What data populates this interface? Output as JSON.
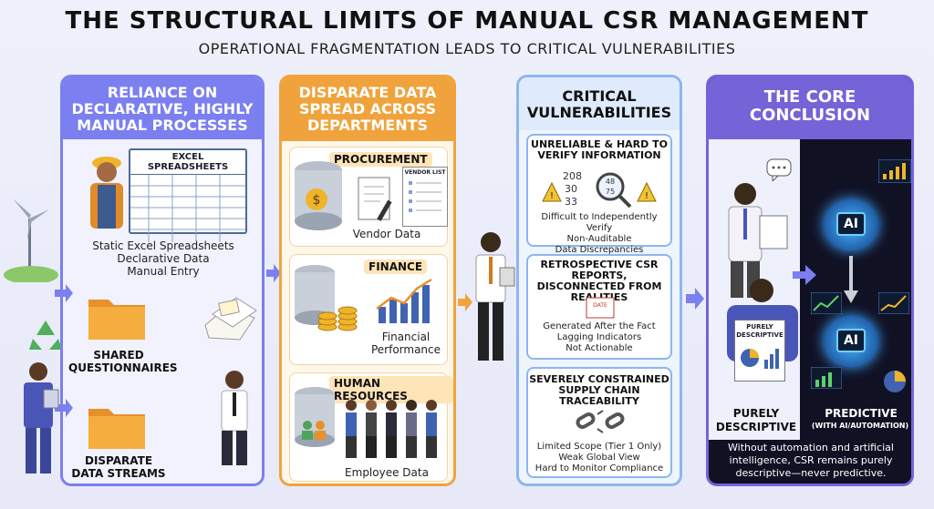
{
  "title": "THE STRUCTURAL LIMITS OF MANUAL CSR MANAGEMENT",
  "subtitle": "OPERATIONAL FRAGMENTATION LEADS TO CRITICAL VULNERABILITIES",
  "panel1": {
    "heading": "RELIANCE ON DECLARATIVE, HIGHLY MANUAL PROCESSES",
    "spreadsheet_label": "EXCEL SPREADSHEETS",
    "items": [
      "Static Excel Spreadsheets",
      "Declarative Data",
      "Manual Entry"
    ],
    "shared_questionnaires": "SHARED QUESTIONNAIRES",
    "disparate_streams": "DISPARATE DATA STREAMS"
  },
  "panel2": {
    "heading": "DISPARATE DATA SPREAD ACROSS DEPARTMENTS",
    "procurement": {
      "label": "PROCUREMENT",
      "doc": "VENDOR LIST",
      "caption": "Vendor Data"
    },
    "finance": {
      "label": "FINANCE",
      "caption": "Financial Performance"
    },
    "hr": {
      "label": "HUMAN RESOURCES",
      "caption": "Employee Data"
    }
  },
  "panel3": {
    "heading": "CRITICAL VULNERABILITIES",
    "box1": {
      "head": "UNRELIABLE & HARD TO VERIFY INFORMATION",
      "numbers": [
        "208",
        "30",
        "33",
        "48",
        "75"
      ],
      "lines": [
        "Difficult to Independently Verify",
        "Non-Auditable",
        "Data Discrepancies"
      ]
    },
    "box2": {
      "head": "RETROSPECTIVE CSR REPORTS, DISCONNECTED FROM REALITIES",
      "doc": "DATE",
      "lines": [
        "Generated After the Fact",
        "Lagging Indicators",
        "Not Actionable"
      ]
    },
    "box3": {
      "head": "SEVERELY CONSTRAINED SUPPLY CHAIN TRACEABILITY",
      "lines": [
        "Limited Scope (Tier 1 Only)",
        "Weak Global View",
        "Hard to Monitor Compliance"
      ]
    }
  },
  "panel4": {
    "heading": "THE CORE CONCLUSION",
    "sign": "PURELY DESCRIPTIVE",
    "ai_label": "AI",
    "left_label": "PURELY DESCRIPTIVE",
    "right_label": "PREDICTIVE",
    "right_sub": "(WITH AI/AUTOMATION)",
    "conclusion": "Without automation and artificial intelligence, CSR remains purely descriptive—never predictive."
  },
  "colors": {
    "panel1": "#7b7ff0",
    "panel2": "#f0a33c",
    "panel3": "#8cb6f0",
    "panel4": "#7563d8",
    "warning": "#f3c233"
  }
}
